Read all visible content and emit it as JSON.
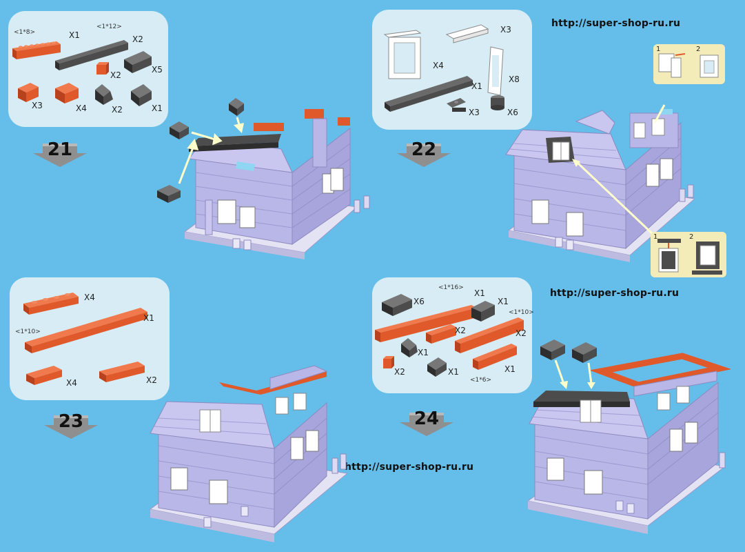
{
  "urls": [
    "http://super-shop-ru.ru",
    "http://super-shop-ru.ru",
    "http://super-shop-ru.ru"
  ],
  "steps": [
    {
      "number": "21",
      "parts": [
        {
          "dim": "<1*8>",
          "qty": "X1"
        },
        {
          "dim": "<1*12>",
          "qty": "X2"
        },
        {
          "qty": "X5"
        },
        {
          "qty": "X2"
        },
        {
          "qty": "X3"
        },
        {
          "qty": "X4"
        },
        {
          "qty": "X2"
        },
        {
          "qty": "X1"
        }
      ]
    },
    {
      "number": "22",
      "parts": [
        {
          "qty": "X3"
        },
        {
          "qty": "X4"
        },
        {
          "qty": "X8"
        },
        {
          "qty": "X1"
        },
        {
          "qty": "X3"
        },
        {
          "qty": "X6"
        }
      ],
      "callouts": [
        {
          "a": "1",
          "b": "2"
        },
        {
          "a": "1",
          "b": "2"
        }
      ]
    },
    {
      "number": "23",
      "parts": [
        {
          "qty": "X4"
        },
        {
          "dim": "<1*10>",
          "qty": "X1"
        },
        {
          "qty": "X4"
        },
        {
          "qty": "X2"
        }
      ]
    },
    {
      "number": "24",
      "parts": [
        {
          "qty": "X6"
        },
        {
          "dim": "<1*16>",
          "qty": "X1"
        },
        {
          "qty": "X1"
        },
        {
          "dim": "<1*10>",
          "qty": "X2"
        },
        {
          "qty": "X2"
        },
        {
          "qty": "X1"
        },
        {
          "qty": "X2"
        },
        {
          "qty": "X1"
        },
        {
          "dim": "<1*6>",
          "qty": "X1"
        }
      ]
    }
  ],
  "colors": {
    "background": "#65bde9",
    "panel": "#d7ecf4",
    "orange_brick": "#e0592b",
    "dark_brick": "#4c4c4c",
    "wall": "#b9b6e8",
    "callout": "#f4ecb8"
  }
}
